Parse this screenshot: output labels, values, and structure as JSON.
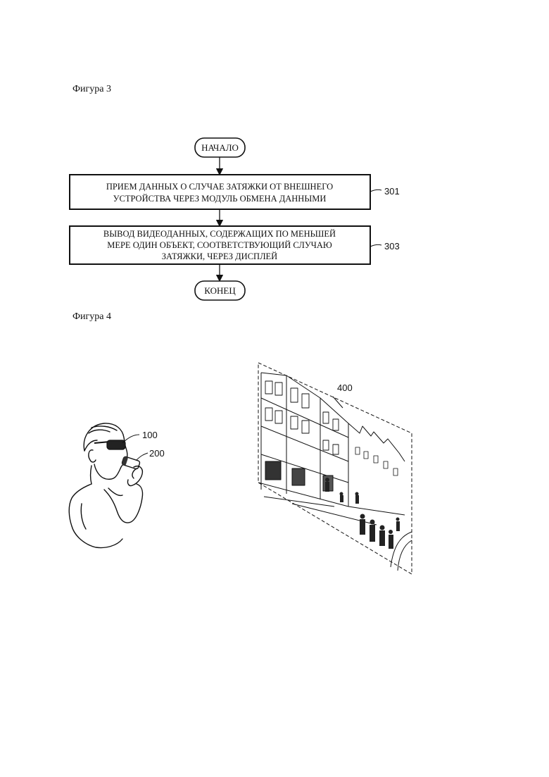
{
  "figure3": {
    "caption": "Фигура 3",
    "start_label": "НАЧАЛО",
    "end_label": "КОНЕЦ",
    "step1": {
      "line1": "ПРИЕМ ДАННЫХ О СЛУЧАЕ ЗАТЯЖКИ ОТ ВНЕШНЕГО",
      "line2": "УСТРОЙСТВА ЧЕРЕЗ МОДУЛЬ ОБМЕНА ДАННЫМИ",
      "ref": "301"
    },
    "step2": {
      "line1": "ВЫВОД ВИДЕОДАННЫХ, СОДЕРЖАЩИХ ПО МЕНЬШЕЙ",
      "line2": "МЕРЕ ОДИН ОБЪЕКТ, СООТВЕТСТВУЮЩИЙ СЛУЧАЮ",
      "line3": "ЗАТЯЖКИ, ЧЕРЕЗ ДИСПЛЕЙ",
      "ref": "303"
    }
  },
  "figure4": {
    "caption": "Фигура 4",
    "ref_glasses": "100",
    "ref_device": "200",
    "ref_screen": "400"
  }
}
